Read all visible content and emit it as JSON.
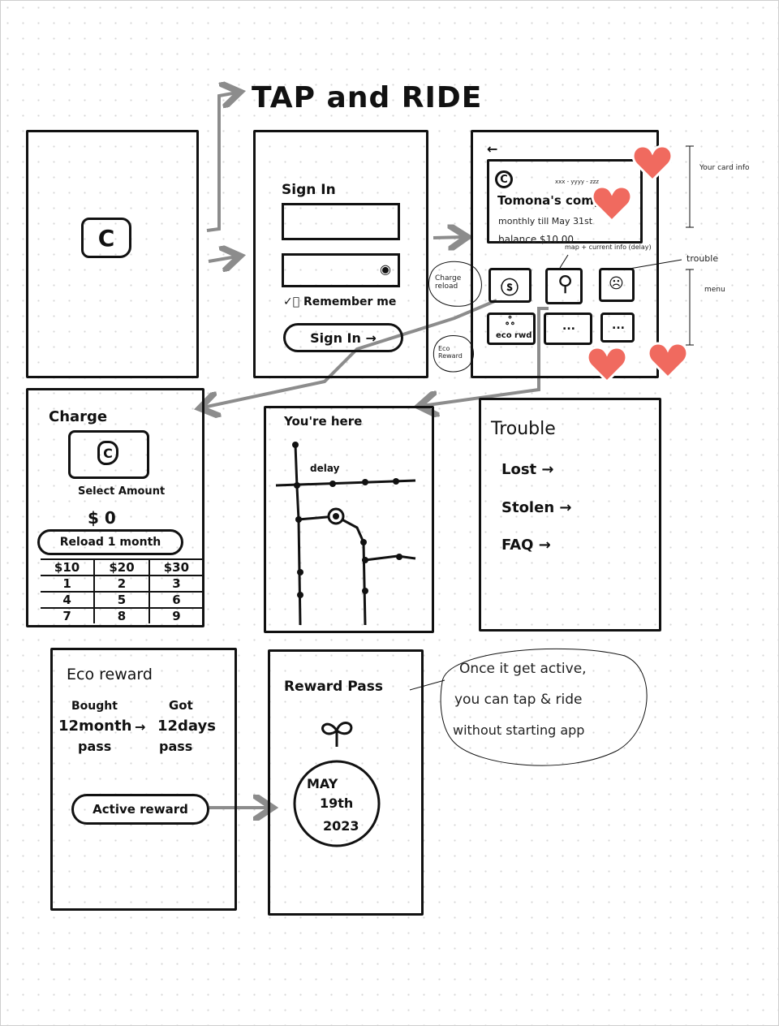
{
  "title": "TAP and RIDE",
  "colors": {
    "ink": "#111111",
    "arrow": "#8c8c8c",
    "heart": "#f06a5f"
  },
  "splash": {
    "logo": "C"
  },
  "signin": {
    "heading": "Sign In",
    "remember": "Remember me",
    "button": "Sign In →",
    "password_icon": "eye-icon"
  },
  "card_screen": {
    "back": "←",
    "card": {
      "logo": "C",
      "number": "xxx - yyyy - zzz",
      "name": "Tomona's comp",
      "monthly": "monthly till May 31st",
      "balance": "balance $10.00"
    },
    "menu": [
      {
        "icon": "charge-dollar-hand-icon"
      },
      {
        "icon": "map-pin-icon"
      },
      {
        "icon": "trouble-face-icon"
      },
      {
        "icon": "sprout-icon",
        "label": "eco rwd"
      },
      {
        "label": "..."
      },
      {
        "label": "..."
      }
    ],
    "annotations": {
      "card_info": "Your card info",
      "menu": "menu",
      "map": "map + current info (delay)",
      "trouble": "trouble",
      "charge": "Charge reload",
      "eco": "Eco Reward"
    }
  },
  "charge": {
    "heading": "Charge",
    "logo": "C",
    "select": "Select Amount",
    "amount": "$ 0",
    "reload": "Reload 1 month",
    "grid": [
      [
        "$10",
        "$20",
        "$30"
      ],
      [
        "1",
        "2",
        "3"
      ],
      [
        "4",
        "5",
        "6"
      ],
      [
        "7",
        "8",
        "9"
      ]
    ]
  },
  "map": {
    "heading": "You're here",
    "delay": "delay"
  },
  "trouble": {
    "heading": "Trouble",
    "items": [
      "Lost →",
      "Stolen →",
      "FAQ →"
    ]
  },
  "eco": {
    "heading": "Eco reward",
    "bought_label": "Bought",
    "bought_value": "12month",
    "bought_unit": "pass",
    "arrow": "→",
    "got_label": "Got",
    "got_value": "12days",
    "got_unit": "pass",
    "button": "Active reward"
  },
  "reward_pass": {
    "heading": "Reward Pass",
    "date_line1": "MAY",
    "date_line2": "19th",
    "date_line3": "2023"
  },
  "note": {
    "line1": "Once it get active,",
    "line2": "you can tap & ride",
    "line3": "without starting app"
  }
}
